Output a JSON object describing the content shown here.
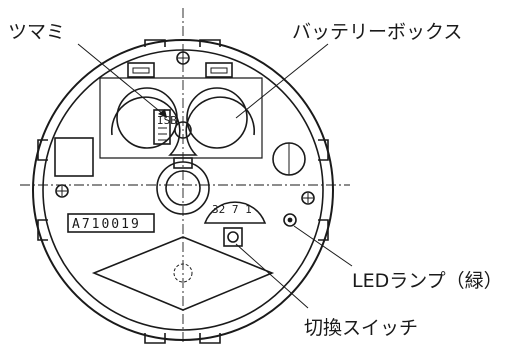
{
  "labels": {
    "knob": "ツマミ",
    "battery_box": "バッテリーボックス",
    "led_lamp": "LEDランプ（緑）",
    "switch": "切換スイッチ"
  },
  "device": {
    "model_code": "A710019",
    "dial_marks": "32 7 1",
    "switch_markings": "ISB"
  },
  "colors": {
    "ink": "#1a1a1a",
    "background": "#ffffff"
  }
}
